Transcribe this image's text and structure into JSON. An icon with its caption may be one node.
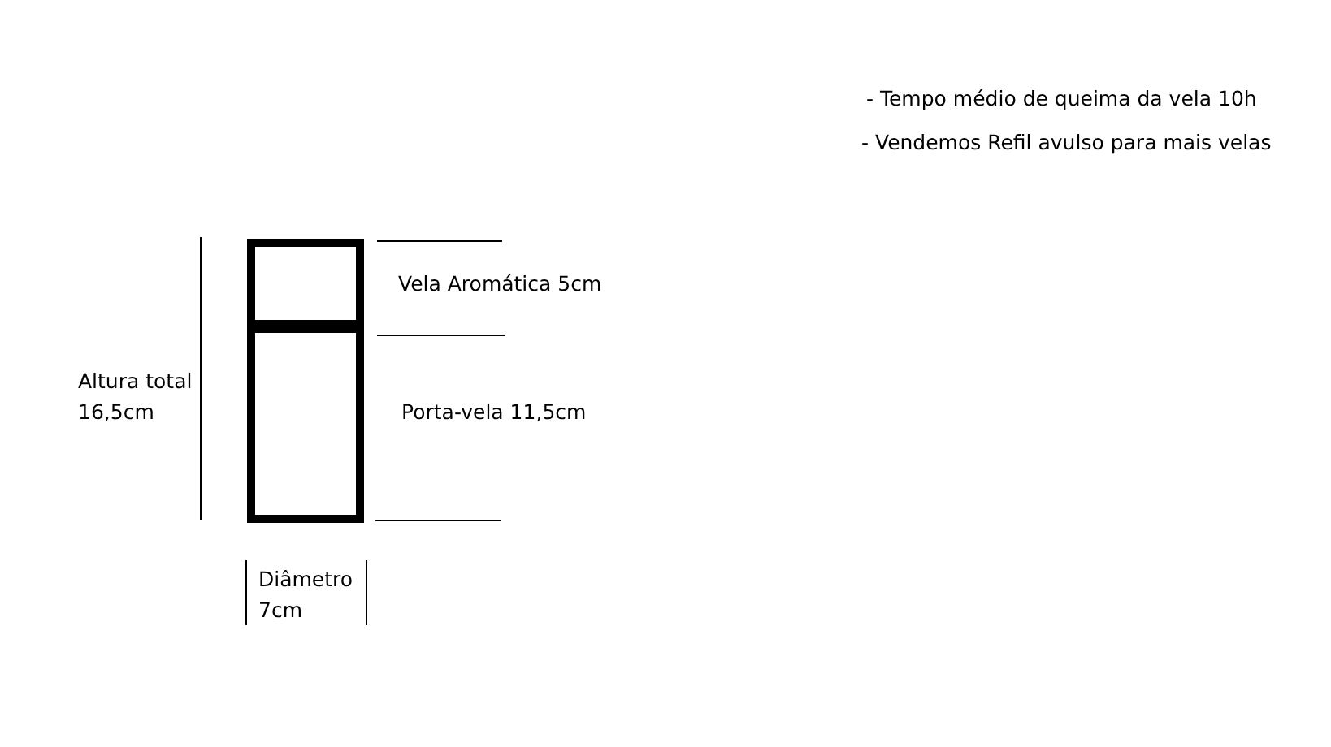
{
  "diagram": {
    "nodes": [
      {
        "text": [],
        "shape": "box",
        "beside": [
          "Vela Aromática 5cm"
        ]
      },
      {
        "text": [],
        "shape": "box",
        "beside": [
          "Porta-vela 11,5cm"
        ]
      }
    ],
    "labels": [
      "- Tempo médio de queima da vela 10h",
      "- Vendemos Refil avulso para mais velas",
      "Altura total 16,5cm",
      "Diâmetro 7cm"
    ]
  }
}
